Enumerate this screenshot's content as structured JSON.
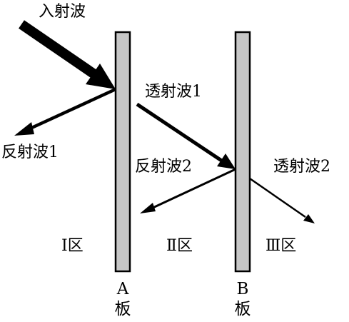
{
  "labels": {
    "incident": "入射波",
    "reflected1": "反射波1",
    "transmitted1": "透射波1",
    "reflected2": "反射波2",
    "transmitted2": "透射波2"
  },
  "zones": {
    "zone1": "Ⅰ区",
    "zone2": "Ⅱ区",
    "zone3": "Ⅲ区"
  },
  "plates": {
    "a_letter": "A",
    "a_char": "板",
    "b_letter": "B",
    "b_char": "板"
  },
  "colors": {
    "plate_fill": "#c6c6c6",
    "ink": "#000000",
    "background": "#ffffff"
  }
}
